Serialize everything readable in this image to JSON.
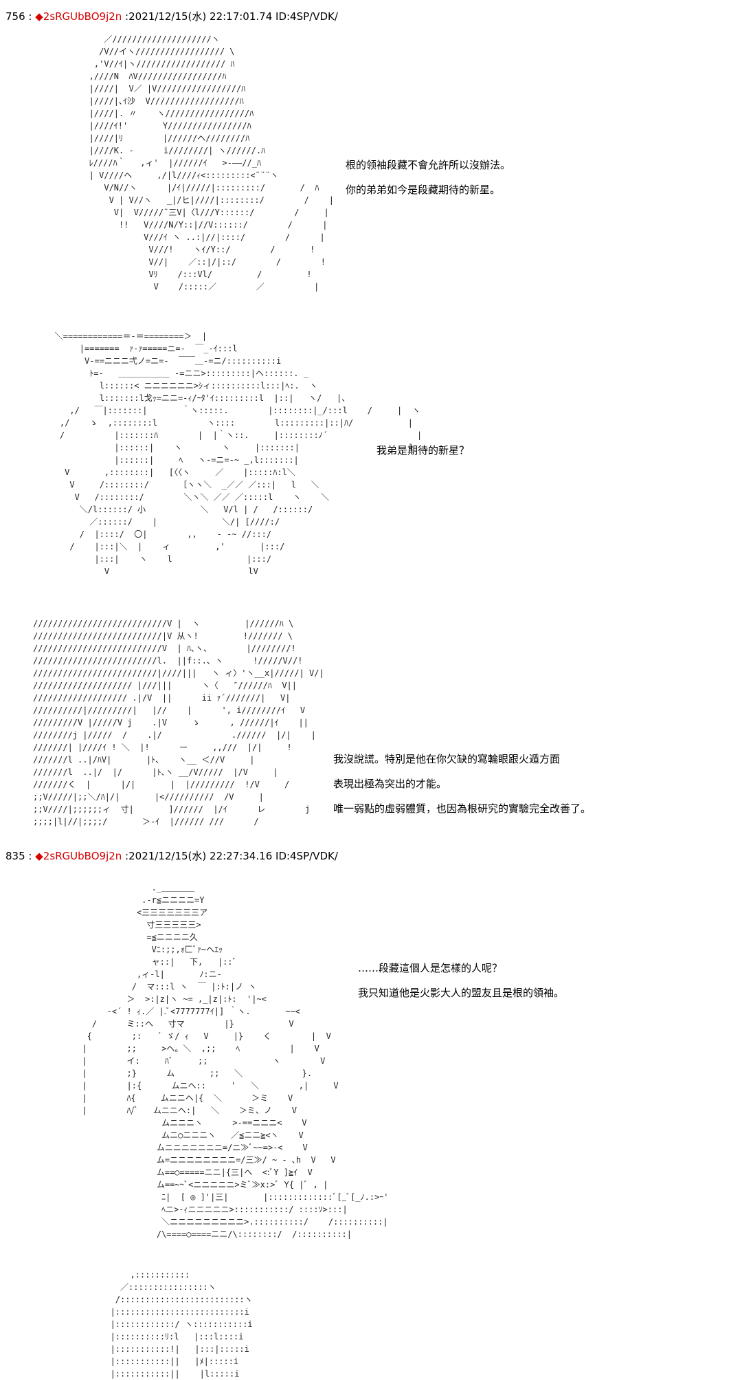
{
  "posts": [
    {
      "number": "756",
      "separator": " : ",
      "diamond": "◆",
      "tripcode": "2sRGUbBO9j2n",
      "meta": " :2021/12/15(水) 22:17:01.74 ID:4SP/VDK/"
    },
    {
      "number": "835",
      "separator": " : ",
      "diamond": "◆",
      "tripcode": "2sRGUbBO9j2n",
      "meta": " :2021/12/15(水) 22:27:34.16 ID:4SP/VDK/"
    }
  ],
  "panels": [
    {
      "art": "      ／////////////////////ヽ\n     /V//イヽ////////////////// \\\n    ,'V//ｲ|ヽ////////////////// ﾊ\n   ,////N  ﾊV/////////////////ﾊ\n   |////|  V／ |V/////////////////ﾊ\n   |////|､ｲ沙  V//////////////////ﾊ\n   |////|. 〃    ヽ/////////////////ﾊ\n   |////ｲ!'       Y////////////////ﾊ\n   |////|ﾘ        |//////ヘ////////ﾊ\n   |////K. -      i////////| ヽ//////.ﾊ\n   ﾚ////ﾊ｀   ,ィ'  |//////ｲ   >‐――//_ﾊ\n   | V////ヘ     ,/|l////ｨ<:::::::::<¨¨¨ヽ\n      V/N//ヽ      |/ｲ|/////|:::::::::/       /  ﾊ\n       V | V//ヽ   _|/ヒ|////|::::::::/        /    |\n        V|  V/////¨三V|〈l///Y::::::/        /     |\n         !!   V////N/Y::|//V::::::/        /      |\n              V///ｲ ヽ ..:|//|::::/        /      |\n               V///!    ヽｲ/Y::/        /       !\n               V//|    ／::|/|::/        /        !\n               Vﾘ    /:::Vl/         /         !\n                V    /:::::／        ／          |",
      "lines": [
        "根的领袖段藏不會允許所以沒辦法。",
        "你的弟弟如今是段藏期待的新星。"
      ]
    },
    {
      "art": "   ＼============＝-＝========＞  |\n        |=======  ｧ-ｧ=====ニ=-  ￣_-ｲ:::l\n         V-==ニニニ弌ノ=ニ=-  ￣￣＿-=ニ/::::::::::i\n          ﾄ=-   ＿＿＿＿_＿_ -=ニニ>:::::::::|ヘ::::::. _\n            l::::::< ニニニニニニ>ｼィ::::::::::l:::|ﾍ:.  ヽ\n            l:::::::l戈ｯ=ニニ=-ｨ/ｰﾀ'ｲ:::::::::l  |::|   ヽ/   |、\n      ,/   ￣|:::::::|       ｀ヽ:::::.        |::::::::|_/:::l    /     |  ヽ\n    ,/    ゝ  ,::::::::l          ヽ::::        l:::::::::|::|ﾊ/           |\n    /          |:::::::ﾊ        |  |｀ヽ::.     |::::::::ﾉ´                  |\n               |::::::|    ヽ        ヽ     |:::::::|                      l\n               |::::::|     ﾍ   ヽ-=ニ=-~ _,l:::::::|\n     V       ,::::::::|   [〈〈ヽ     ／    |:::::ﾊ:l＼\n      V     /::::::::/      ［ヽヽ＼  _／／ ／:::|   l   ＼\n       V   /::::::::/        ＼ヽ＼ ／／ ／:::::l    ヽ    ＼\n        ＼/l::::::/ 小           ＼   V/l | /   /::::::/\n          ／::::::/    |             ＼/| [////:/\n        /  |::::/  〇|        ,,    - -~ //:::/\n      /    |:::|＼  |    ィ         ,'       |:::/\n           |:::|    ヽ    l               |:::/\n             V                            lV",
      "lines": [
        "我弟是期待的新星？"
      ]
    },
    {
      "art": "///////////////////////////V |  ヽ         |//////ﾊ \\\n//////////////////////////|V 从ヽ!         !/////// \\\n//////////////////////////V  | ﾊ､ヽ、       |////////!\n/////////////////////////l.  ||f::.、ヽ      !/////V//!\n/////////////////////////|////|||   ヽ ィ〉'ヽ__x|/////| V/|\n//////////////////// |///|||      ヽ〈   ″//////ﾊ  V||\n/////////////////// .|/V  ||      ii ｧ´///////|   V|\n//////////|/////////|   |//    |      ', i////////ｲ   V\n/////////V |/////V j    .|V     ゝ      , //////|ｲ    ||\n////////j |/////  /    .|/              .//////  |/|    |\n///////| |////ｲ ! ＼  |!      ー     ,,///  |/|     !\n///////l ..|/ﾊV|       |ﾄ、   ヽ__ ＜//V     |\n///////l  ..|/  |/      |ﾄ､ヽ __/V/////  |/V     |\n///////く  |      |/|       |  |/////////  !/V     /\n;;V/////|;;＼/ﾊ|/|       |<//////////  /V     |\n;;V////|;;;;;;ィ  寸|       ]//////  |/ｲ      レ        j\n;;;;|l|//|;;;;/       ＞-ｲ  |////// ///      /",
      "lines": [
        "我沒說謊。特別是他在你欠缺的寫輪眼跟火遁方面",
        "表現出極為突出的才能。",
        " 唯一弱點的虛弱體質，也因為根研究的實驗完全改善了。"
      ]
    },
    {
      "art": "                         ._＿＿＿＿\n                       .-r≦ニニニニ=Y\n                      <三三三三三三三ア\n                        寸三三三三三>\n                        =≦ニニニニ久\n                         Vﾆ:;;,ｫ匚ﾞｧ~ヘｴｯ\n                         ャ::|   下,   |::ﾞ\n                      ,ィ-l|       ﾉ:ニ-\n                     /  マ:::l ヽ  ￣ |:ﾄ:|ノ ヽ\n                    ＞  >:|z|ヽ ~= ,_|z|:ﾄ:  '|~<\n                -<´ ! ｨ.／ |.ﾞ<7777777ｲ|] ｀ヽ.       ~~<\n             /      ミ::ヘ   寸マ        |}           V\n            {        ;:   ´ ゞ/ ｨ   V     |}    く        |  V\n           |        ;;     >ヘ。＼  ,;;    ﾍ          |    V\n           |        イ:     ﾊﾞ     ;;             ヽ        V\n           |        ;}      ム       ;;   ＼            }.\n           |        |:{      ムニヘ::     '   ＼        ,|     V\n           |        ﾊ{     ムニニヘ|{  ＼      ＞ミ    V\n           |        ﾊ/ﾞ   ムニニヘ:|   ＼    ＞ミ、ノ    V\n                           ムニニニヽ      >-==ニニニ<    V\n                           ムニ○ニニニヽ   ／≦ニニ≧<ヽ    V\n                          ムニニニニニニニ=/ニ≫ﾞ~~=>-<    V\n                          ム=ニニニニニニニニ=/三≫/ ~ - ､h  V   V\n                          ム==○=====ニニ|{三|ヘ  <:ﾞY ]≧ｲ  V\n                          ム==~~ﾞ<ニニニニニ>ミﾞ≫x:>ﾞ Y{ |ﾞ , |\n                           ﾆ|  [ ◎ ]'|三|       |:::::::::::::ﾞ[_ﾞ[_ﾉ.:>ｰ'\n                           ﾍニ>-ｨニニニニニ>:::::::::::/ ::::ｿ>:::|\n                           ＼ニニニニニニニニニ>.::::::::::/    /::::::::::|\n                          /\\====○====ニニ/\\::::::::/  /::::::::::|",
      "lines": [
        "……段藏這個人是怎樣的人呢？",
        "我只知道他是火影大人的盟友且是根的領袖。"
      ]
    },
    {
      "art": "           ,:::::::::::\n         ／::::::::::::::::ヽ\n        /:::::::::::::::::::::::::ヽ\n       |::::::::::::::::::::::::::i\n       |::::::::::::/ ヽ:::::::::::i\n       |::::::::::ﾘ:l   |:::l::::i\n       |:::::::::::!|   |:::|:::::i\n       |:::::::::::||   |ﾒ|:::::i\n       |:::::::::::||    |l:::::i"
    }
  ]
}
